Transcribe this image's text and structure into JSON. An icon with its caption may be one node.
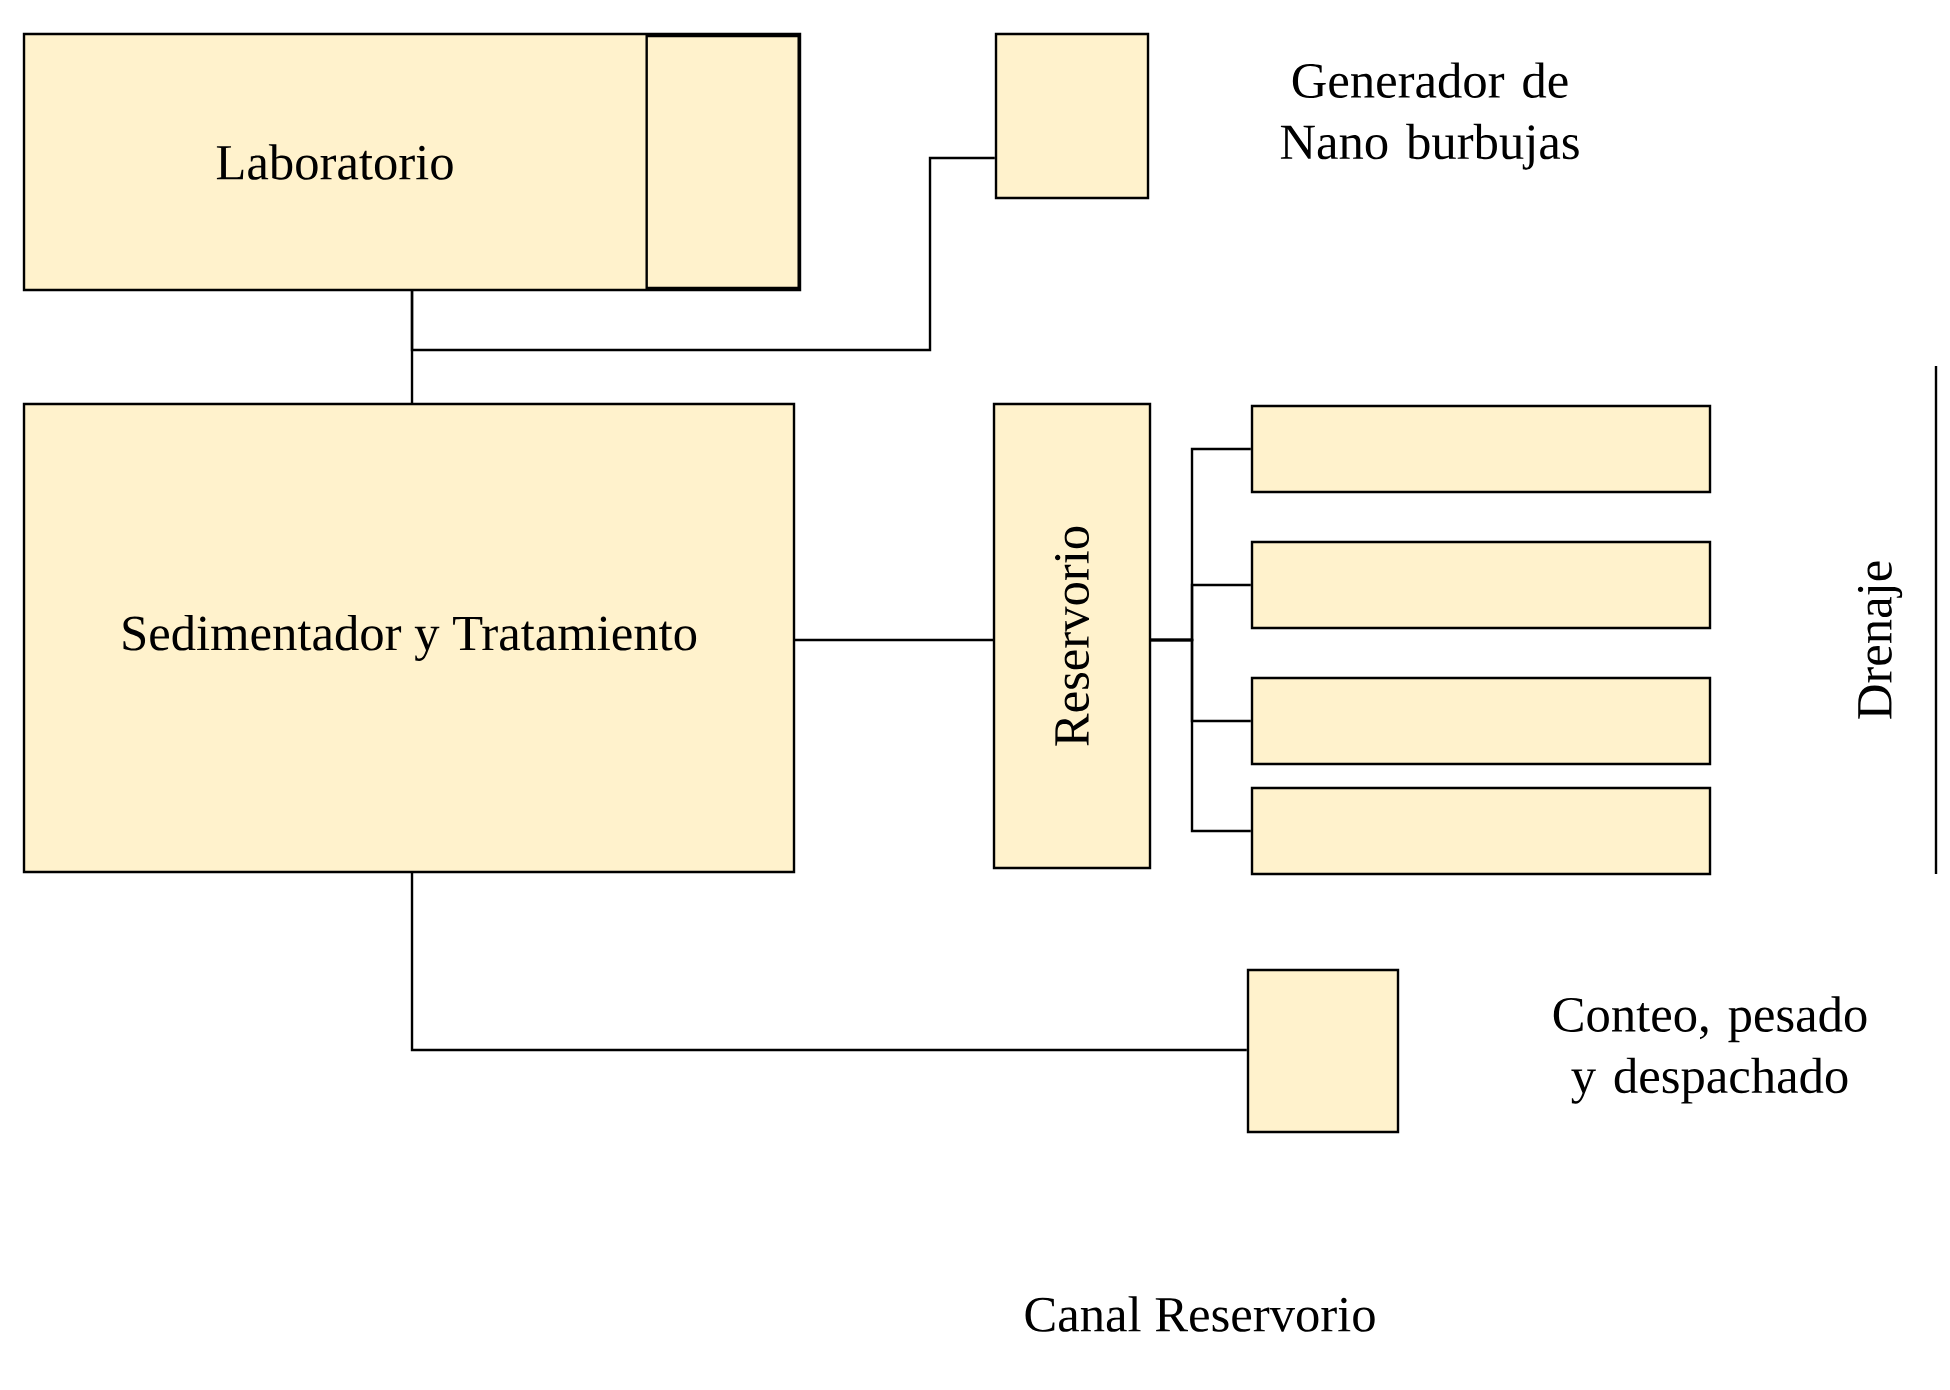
{
  "diagram": {
    "nodes": [
      {
        "text": [
          "Laboratorio"
        ]
      },
      {
        "text": [],
        "shape": "box",
        "in": 0
      },
      {
        "text": [],
        "shape": "box",
        "beside": [
          "Generador de Nano burbujas"
        ]
      },
      {
        "text": [
          "Sedimentador y Tratamiento"
        ]
      },
      {
        "text": [
          "Reservorio"
        ]
      },
      {
        "text": [],
        "shape": "box"
      },
      {
        "text": [],
        "shape": "box"
      },
      {
        "text": [],
        "shape": "box"
      },
      {
        "text": [],
        "shape": "box"
      },
      {
        "text": [],
        "shape": "box",
        "beside": [
          "Conteo, pesado y despachado"
        ]
      }
    ],
    "edges": [
      {
        "from": 0,
        "to": 3,
        "arrow": "none"
      },
      {
        "from": 0,
        "to": 2,
        "arrow": "none"
      },
      {
        "from": 3,
        "to": 4,
        "arrow": "none"
      },
      {
        "from": 4,
        "to": 5,
        "arrow": "none"
      },
      {
        "from": 4,
        "to": 6,
        "arrow": "none"
      },
      {
        "from": 4,
        "to": 7,
        "arrow": "none"
      },
      {
        "from": 4,
        "to": 8,
        "arrow": "none"
      },
      {
        "from": 3,
        "to": 9,
        "arrow": "none"
      }
    ],
    "labels": [
      "Drenaje",
      "Canal Reservorio"
    ]
  }
}
